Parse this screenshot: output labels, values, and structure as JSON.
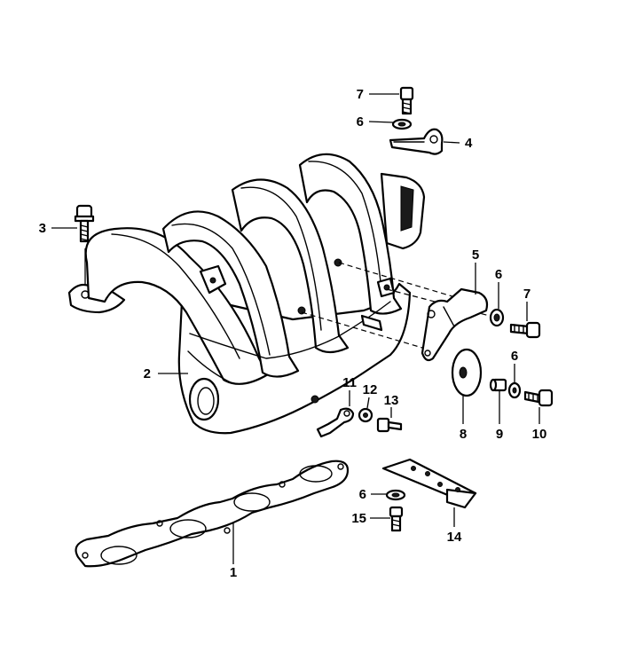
{
  "diagram": {
    "callouts": {
      "c1": "1",
      "c2": "2",
      "c3": "3",
      "c4": "4",
      "c5": "5",
      "c6a": "6",
      "c6b": "6",
      "c6c": "6",
      "c6d": "6",
      "c7a": "7",
      "c7b": "7",
      "c8": "8",
      "c9": "9",
      "c10": "10",
      "c11": "11",
      "c12": "12",
      "c13": "13",
      "c14": "14",
      "c15": "15"
    }
  }
}
